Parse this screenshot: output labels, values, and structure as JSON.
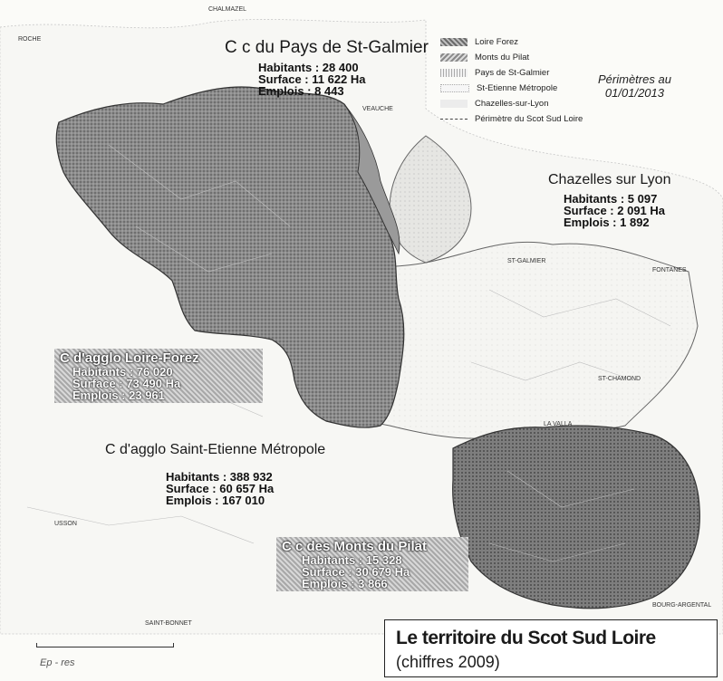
{
  "title": "Le territoire du Scot Sud Loire",
  "subtitle": "(chiffres 2009)",
  "perimetres": [
    "Périmètres au",
    "01/01/2013"
  ],
  "legend": [
    {
      "label": "Loire Forez",
      "swatch": "lf"
    },
    {
      "label": "Monts du Pilat",
      "swatch": "mp"
    },
    {
      "label": "Pays de St-Galmier",
      "swatch": "pg"
    },
    {
      "label": "St-Etienne Métropole",
      "swatch": "sem"
    },
    {
      "label": "Chazelles-sur-Lyon",
      "swatch": "chz"
    },
    {
      "label": "Périmètre du Scot Sud Loire",
      "swatch": "per"
    }
  ],
  "territories": {
    "galmier": {
      "name": "C c du Pays de St-Galmier",
      "habitants": "Habitants : 28 400",
      "surface": "Surface : 11 622 Ha",
      "emplois": "Emplois : 8 443"
    },
    "chazelles": {
      "name": "Chazelles sur Lyon",
      "habitants": "Habitants : 5 097",
      "surface": "Surface : 2 091 Ha",
      "emplois": "Emplois : 1 892"
    },
    "loireforez": {
      "name": "C d'agglo Loire-Forez",
      "habitants": "Habitants : 76 020",
      "surface": "Surface : 73 490 Ha",
      "emplois": "Emplois : 23 961"
    },
    "stetienne": {
      "name": "C d'agglo Saint-Etienne Métropole",
      "habitants": "Habitants : 388 932",
      "surface": "Surface : 60 657 Ha",
      "emplois": "Emplois : 167 010"
    },
    "pilat": {
      "name": "C c des Monts du Pilat",
      "habitants": "Habitants : 15 328",
      "surface": "Surface : 30 679 Ha",
      "emplois": "Emplois : 3 866"
    }
  },
  "source": "Ep - res",
  "colors": {
    "loire_forez": "#6f6f6f",
    "pilat": "#7a7a7a",
    "sem": "#f4f4f4",
    "border": "#555555"
  }
}
